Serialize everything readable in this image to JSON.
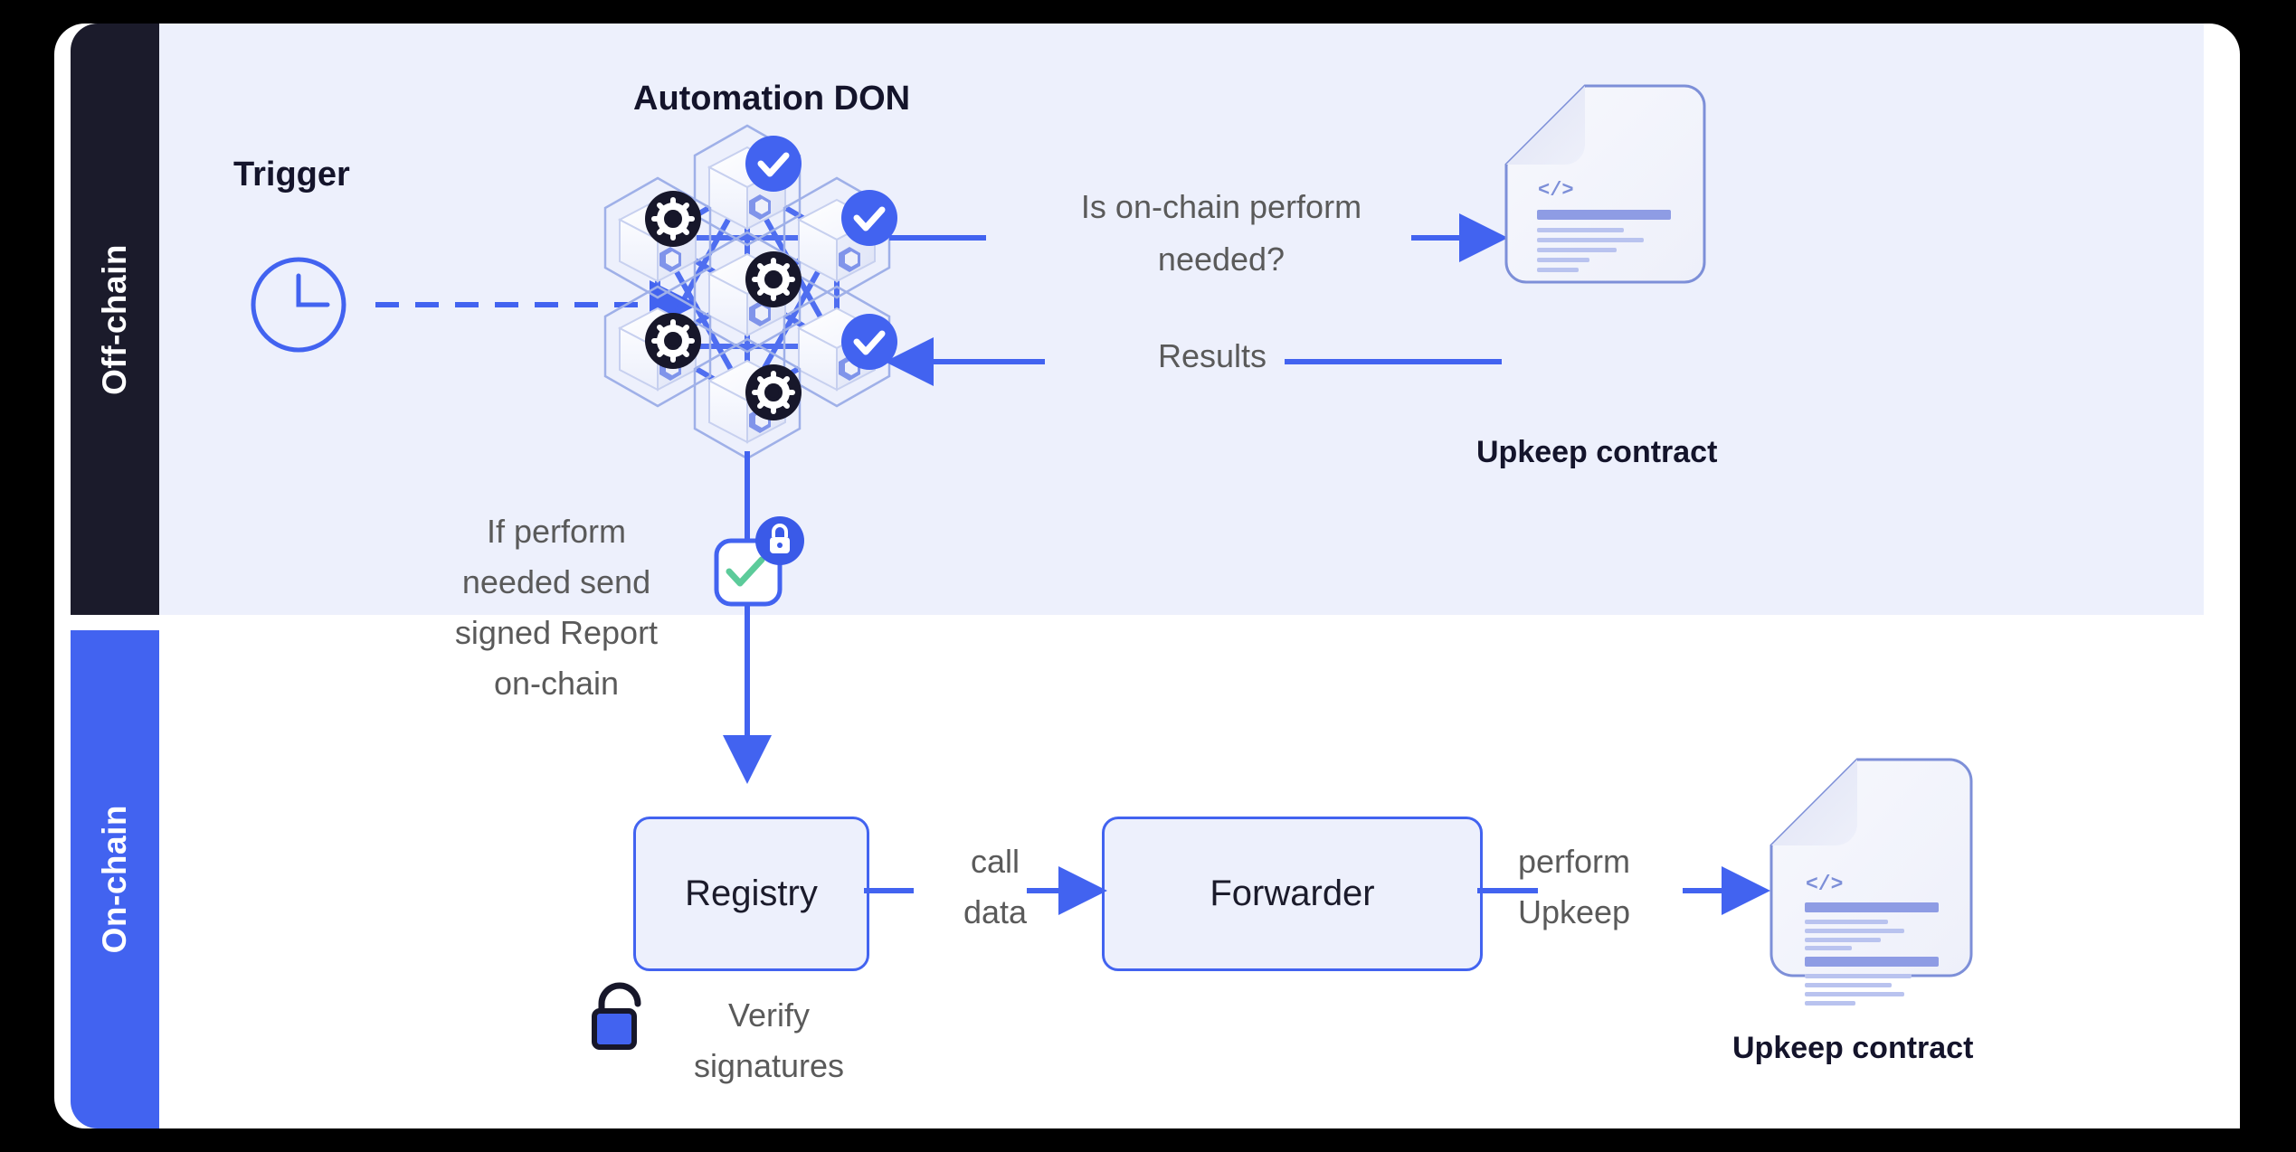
{
  "rails": {
    "offchain": "Off-chain",
    "onchain": "On-chain"
  },
  "offchain": {
    "trigger_label": "Trigger",
    "trigger_icon": "clock-icon",
    "don_title": "Automation DON",
    "question_label": "Is on-chain perform\nneeded?",
    "results_label": "Results",
    "upkeep_contract_label": "Upkeep contract",
    "signed_report_label": "If perform\nneeded send\nsigned Report\non-chain",
    "signed_report_icon": "check-lock-badge-icon",
    "don_nodes": [
      {
        "position": "top",
        "badge": "check"
      },
      {
        "position": "upper-left",
        "badge": "gear"
      },
      {
        "position": "upper-right",
        "badge": "check"
      },
      {
        "position": "center",
        "badge": "gear"
      },
      {
        "position": "lower-left",
        "badge": "gear"
      },
      {
        "position": "lower-right",
        "badge": "check"
      },
      {
        "position": "bottom",
        "badge": "gear"
      }
    ]
  },
  "onchain": {
    "registry_label": "Registry",
    "forwarder_label": "Forwarder",
    "call_data_label": "call\ndata",
    "perform_upkeep_label": "perform\nUpkeep",
    "verify_signatures_label": "Verify\nsignatures",
    "verify_icon": "unlock-icon",
    "upkeep_contract_label": "Upkeep contract"
  },
  "colors": {
    "accent_blue": "#4263f0",
    "dark_navy": "#1b1b2b",
    "panel_lavender": "#edf0fc",
    "text_gray": "#5a5a5a",
    "check_green": "#5ccb9a",
    "doc_line_blue": "#9aa7e8"
  }
}
